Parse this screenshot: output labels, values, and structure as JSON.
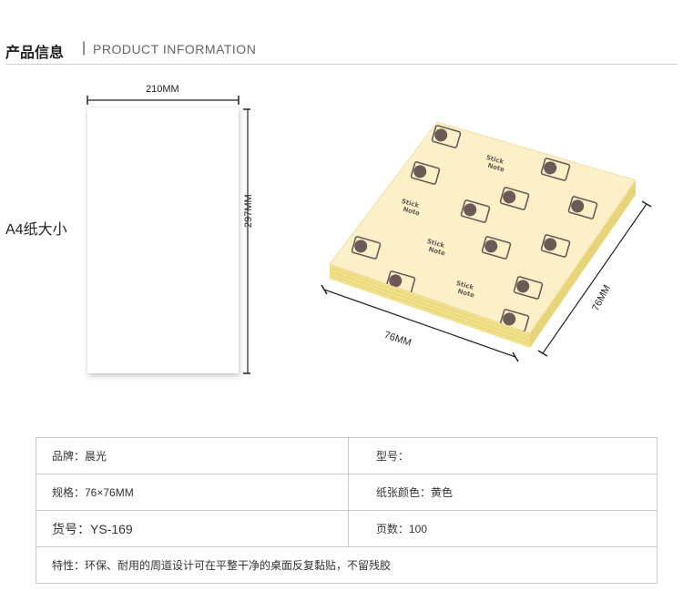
{
  "header": {
    "title": "产品信息",
    "separator": "|",
    "subtitle": "PRODUCT INFORMATION"
  },
  "comparison": {
    "label": "A4纸大小",
    "a4_width": "210MM",
    "a4_height": "297MM",
    "note_width": "76MM",
    "note_depth": "76MM",
    "note_print_text": "Stick Note"
  },
  "specs": {
    "brand": "品牌：晨光",
    "model": "型号：",
    "size": "规格：76×76MM",
    "color": "纸张颜色：黄色",
    "item_no": "货号：YS-169",
    "pages": "页数：100",
    "feature": "特性：环保、耐用的周道设计可在平整干净的桌面反复黏贴，不留残胶"
  },
  "colors": {
    "note_top": "#fbf0c6",
    "note_side": "#f3e48e",
    "logo": "#6b5a55"
  }
}
